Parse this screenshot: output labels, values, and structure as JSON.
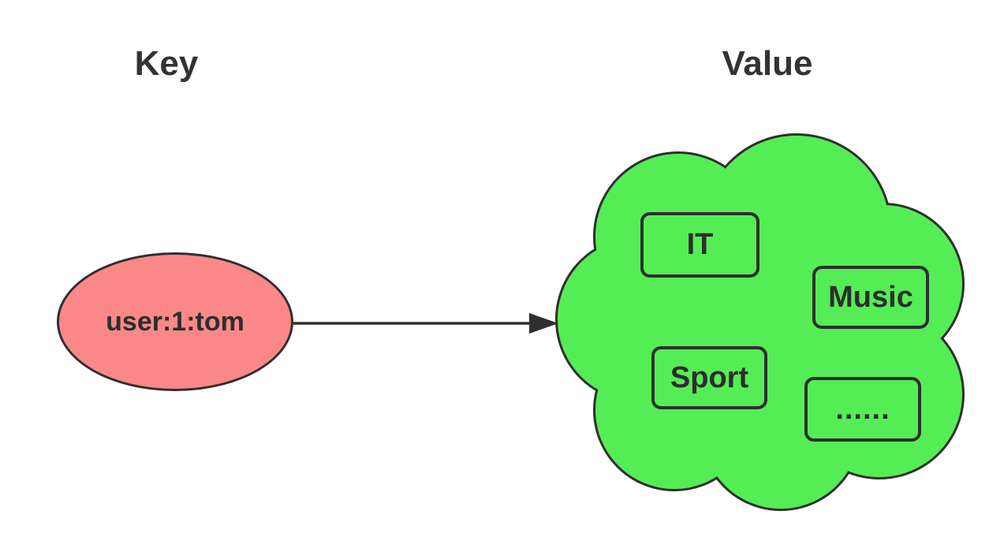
{
  "colors": {
    "cloud-fill": "#55ed55",
    "node-fill": "#fa8888",
    "line": "#2f2f2f",
    "text": "#333333",
    "background": "#ffffff"
  },
  "headings": {
    "key": "Key",
    "value": "Value"
  },
  "key_node": {
    "text": "user:1:tom"
  },
  "cloud": {
    "members": [
      "IT",
      "Music",
      "Sport",
      "......"
    ]
  }
}
